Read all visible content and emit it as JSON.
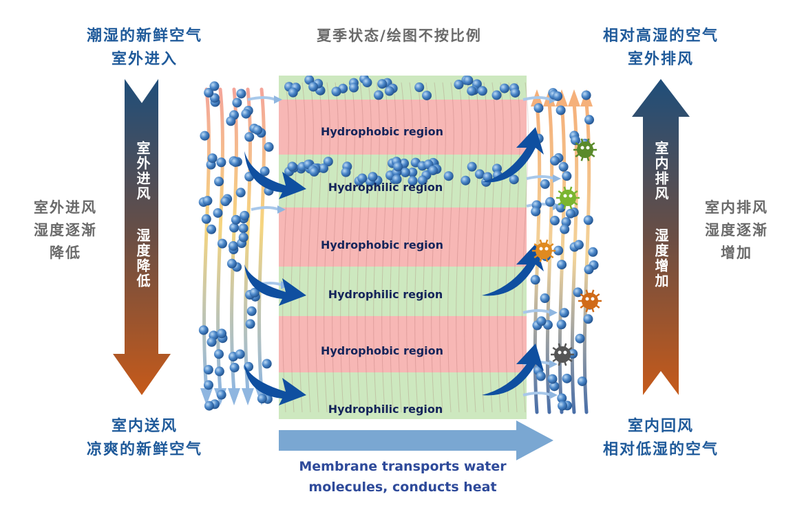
{
  "header": {
    "note": "夏季状态/绘图不按比例"
  },
  "top_left": {
    "line1": "潮湿的新鲜空气",
    "line2": "室外进入"
  },
  "top_right": {
    "line1": "相对高湿的空气",
    "line2": "室外排风"
  },
  "bottom_left": {
    "line1": "室内送风",
    "line2": "凉爽的新鲜空气"
  },
  "bottom_right": {
    "line1": "室内回风",
    "line2": "相对低湿的空气"
  },
  "left_side": {
    "line1": "室外进风",
    "line2": "湿度逐渐",
    "line3": "降低"
  },
  "right_side": {
    "line1": "室内排风",
    "line2": "湿度逐渐",
    "line3": "增加"
  },
  "left_arrow": {
    "label_top": "室外进风",
    "label_bottom": "湿度降低",
    "direction": "down"
  },
  "right_arrow": {
    "label_top": "室内排风",
    "label_bottom": "湿度增加",
    "direction": "up"
  },
  "membrane": {
    "regions": [
      {
        "type": "hydrophilic",
        "label": ""
      },
      {
        "type": "hydrophobic",
        "label": "Hydrophobic region"
      },
      {
        "type": "hydrophilic",
        "label": "Hydrophilic region"
      },
      {
        "type": "hydrophobic",
        "label": "Hydrophobic region"
      },
      {
        "type": "hydrophilic",
        "label": "Hydrophilic region"
      },
      {
        "type": "hydrophobic",
        "label": "Hydrophobic region"
      },
      {
        "type": "hydrophilic",
        "label": "Hydrophilic region"
      }
    ]
  },
  "caption": {
    "line1": "Membrane transports water",
    "line2": "molecules, conducts heat"
  },
  "colors": {
    "title_blue": "#1f5a9a",
    "gray_text": "#6a6a6a",
    "arrow_top": "#1f4e7a",
    "arrow_bottom": "#c65a1a",
    "hydrophobic": "#f7b7b5",
    "hydrophilic": "#cde8bf",
    "molecule": "#4a86c8",
    "flow_arrow": "#0f4fa0",
    "transport_arrow": "#7aa7d2"
  }
}
